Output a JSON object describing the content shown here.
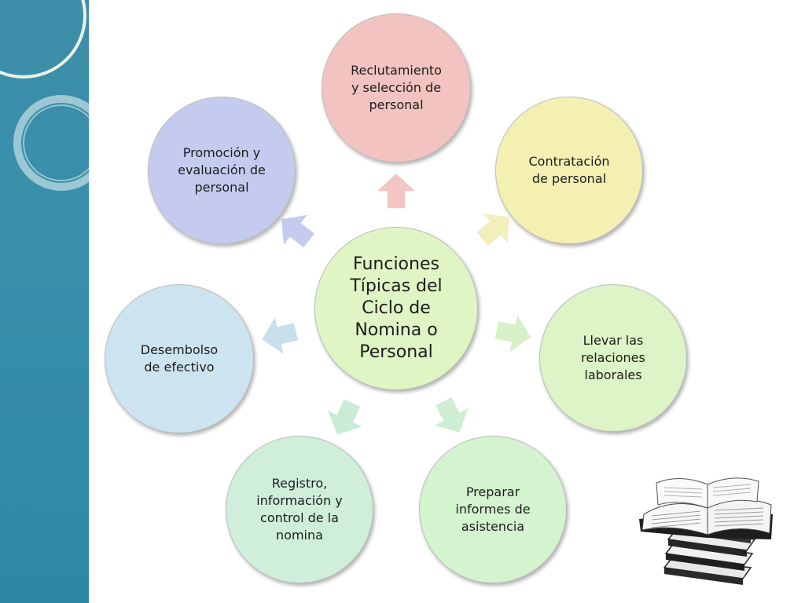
{
  "diagram": {
    "center": {
      "label": "Funciones\nTípicas del\nCiclo de\nNomina o\nPersonal",
      "color": "#dff5c4"
    },
    "nodes": [
      {
        "label": "Reclutamiento\ny selección de\npersonal",
        "color": "#f2c3c0"
      },
      {
        "label": "Contratación\nde personal",
        "color": "#f4f0b2"
      },
      {
        "label": "Llevar las\nrelaciones\nlaborales",
        "color": "#dcf4c6"
      },
      {
        "label": "Preparar\ninformes de\nasistencia",
        "color": "#d4f3cf"
      },
      {
        "label": "Registro,\ninformación y\ncontrol de la\nnomina",
        "color": "#cfefdb"
      },
      {
        "label": "Desembolso\nde efectivo",
        "color": "#cce4ef"
      },
      {
        "label": "Promoción y\nevaluación de\npersonal",
        "color": "#c5cbee"
      }
    ],
    "arrows": [
      {
        "color": "#f3c6c4"
      },
      {
        "color": "#f2efbb"
      },
      {
        "color": "#d6f0c8"
      },
      {
        "color": "#cdeed2"
      },
      {
        "color": "#c9ecd6"
      },
      {
        "color": "#c8e0ec"
      },
      {
        "color": "#c4cbee"
      }
    ]
  },
  "theme": {
    "sidebar": "#3890ab",
    "circle_outline": "#bdbdbd"
  }
}
